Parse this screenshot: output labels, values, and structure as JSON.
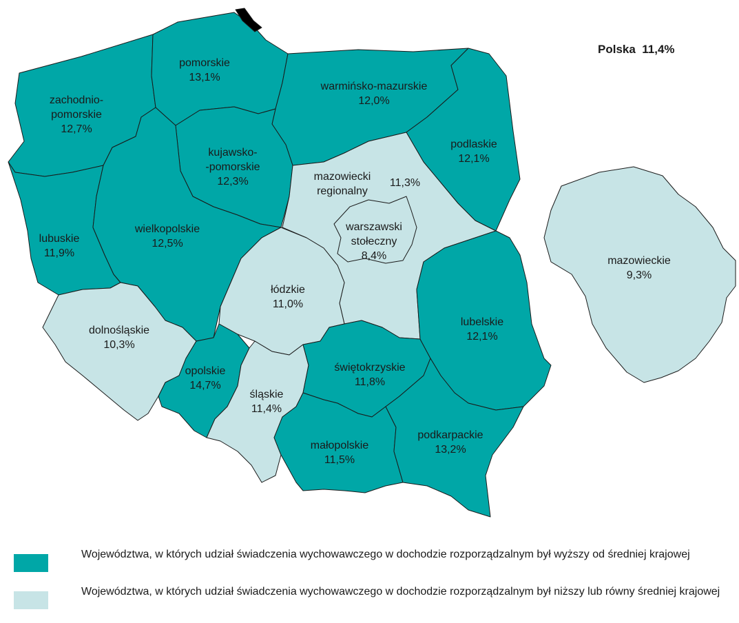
{
  "national": {
    "label": "Polska",
    "value": "11,4%"
  },
  "colors": {
    "above_average": "#00a7a7",
    "at_or_below_average": "#c7e4e6",
    "border": "#1a1a1a"
  },
  "regions": [
    {
      "id": "zachodniopomorskie",
      "lines": [
        "zachodnio-",
        "pomorskie"
      ],
      "value": "12,7%",
      "class": "above_average"
    },
    {
      "id": "pomorskie",
      "lines": [
        "pomorskie"
      ],
      "value": "13,1%",
      "class": "above_average"
    },
    {
      "id": "warminsko-mazurskie",
      "lines": [
        "warmińsko-mazurskie"
      ],
      "value": "12,0%",
      "class": "above_average"
    },
    {
      "id": "podlaskie",
      "lines": [
        "podlaskie"
      ],
      "value": "12,1%",
      "class": "above_average"
    },
    {
      "id": "kujawsko-pomorskie",
      "lines": [
        "kujawsko-",
        "-pomorskie"
      ],
      "value": "12,3%",
      "class": "above_average"
    },
    {
      "id": "lubuskie",
      "lines": [
        "lubuskie"
      ],
      "value": "11,9%",
      "class": "above_average"
    },
    {
      "id": "wielkopolskie",
      "lines": [
        "wielkopolskie"
      ],
      "value": "12,5%",
      "class": "above_average"
    },
    {
      "id": "mazowiecki-regionalny",
      "lines": [
        "mazowiecki",
        "regionalny"
      ],
      "value": "11,3%",
      "class": "at_or_below_average"
    },
    {
      "id": "warszawski-stoleczny",
      "lines": [
        "warszawski",
        "stołeczny"
      ],
      "value": "8,4%",
      "class": "at_or_below_average"
    },
    {
      "id": "lodzkie",
      "lines": [
        "łódzkie"
      ],
      "value": "11,0%",
      "class": "at_or_below_average"
    },
    {
      "id": "dolnoslaskie",
      "lines": [
        "dolnośląskie"
      ],
      "value": "10,3%",
      "class": "at_or_below_average"
    },
    {
      "id": "opolskie",
      "lines": [
        "opolskie"
      ],
      "value": "14,7%",
      "class": "above_average"
    },
    {
      "id": "slaskie",
      "lines": [
        "śląskie"
      ],
      "value": "11,4%",
      "class": "at_or_below_average"
    },
    {
      "id": "swietokrzyskie",
      "lines": [
        "świętokrzyskie"
      ],
      "value": "11,8%",
      "class": "above_average"
    },
    {
      "id": "lubelskie",
      "lines": [
        "lubelskie"
      ],
      "value": "12,1%",
      "class": "above_average"
    },
    {
      "id": "malopolskie",
      "lines": [
        "małopolskie"
      ],
      "value": "11,5%",
      "class": "above_average"
    },
    {
      "id": "podkarpackie",
      "lines": [
        "podkarpackie"
      ],
      "value": "13,2%",
      "class": "above_average"
    },
    {
      "id": "mazowieckie",
      "lines": [
        "mazowieckie"
      ],
      "value": "9,3%",
      "class": "at_or_below_average"
    }
  ],
  "legend": [
    {
      "class": "above_average",
      "text": "Województwa, w których udział świadczenia wychowawczego w dochodzie rozporządzalnym był wyższy od średniej krajowej"
    },
    {
      "class": "at_or_below_average",
      "text": "Województwa, w których udział świadczenia wychowawczego w dochodzie rozporządzalnym był niższy lub równy średniej krajowej"
    }
  ]
}
